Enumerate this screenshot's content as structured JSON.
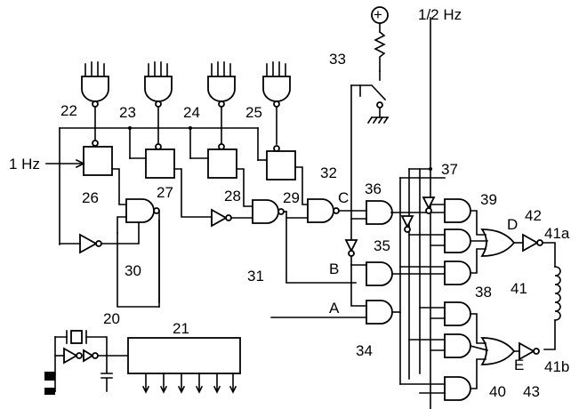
{
  "labels": {
    "plus": "+",
    "half_hz": "1/2 Hz",
    "one_hz": "1 Hz",
    "A": "A",
    "B": "B",
    "C": "C",
    "D": "D",
    "E": "E",
    "n20": "20",
    "n21": "21",
    "n22": "22",
    "n23": "23",
    "n24": "24",
    "n25": "25",
    "n26": "26",
    "n27": "27",
    "n28": "28",
    "n29": "29",
    "n30": "30",
    "n31": "31",
    "n32": "32",
    "n33": "33",
    "n34": "34",
    "n35": "35",
    "n36": "36",
    "n37": "37",
    "n38": "38",
    "n39": "39",
    "n40": "40",
    "n41": "41",
    "n41a": "41a",
    "n41b": "41b",
    "n42": "42",
    "n43": "43"
  }
}
